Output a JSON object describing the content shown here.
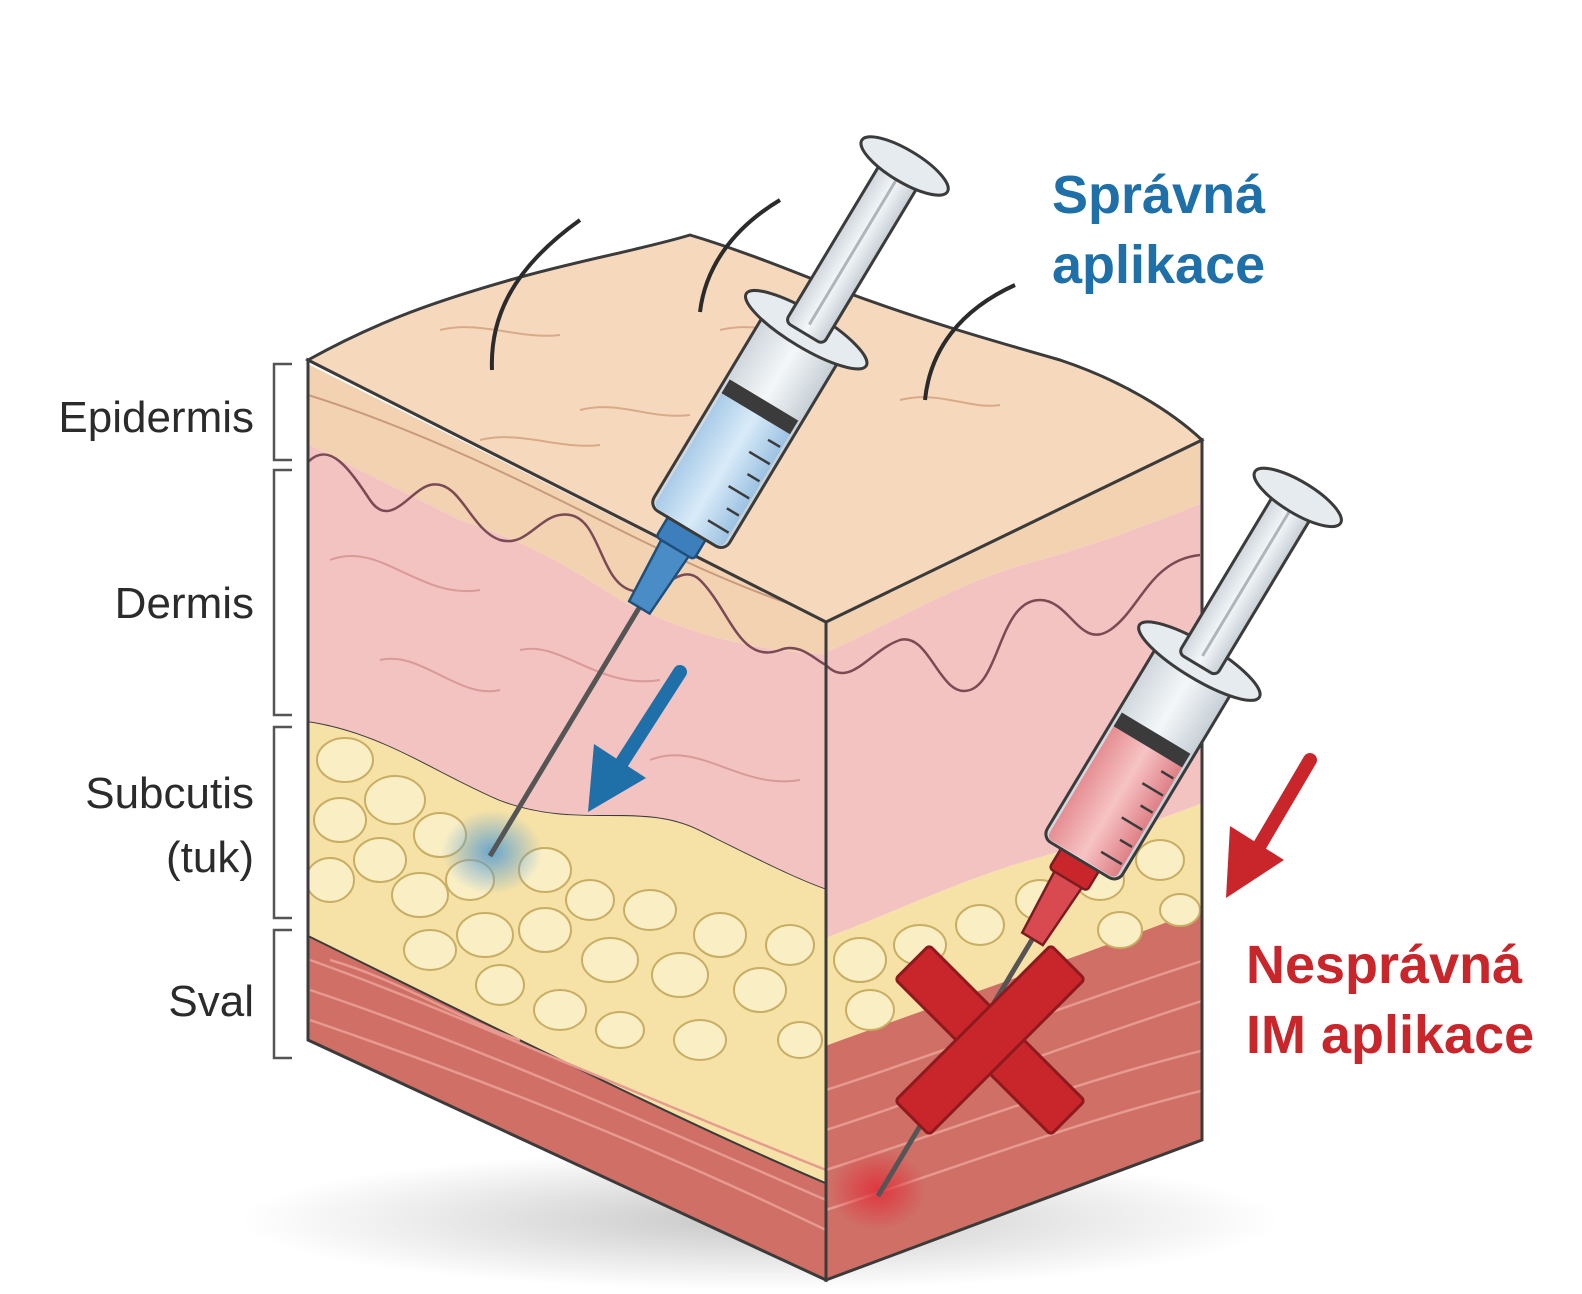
{
  "layers": [
    {
      "name": "epidermis",
      "label": "Epidermis"
    },
    {
      "name": "dermis",
      "label": "Dermis"
    },
    {
      "name": "subcutis",
      "line1": "Subcutis",
      "line2": "(tuk)"
    },
    {
      "name": "sval",
      "label": "Sval"
    }
  ],
  "correct": {
    "line1": "Správná",
    "line2": "aplikace",
    "color": "#1f6fa8"
  },
  "incorrect": {
    "line1": "Nesprávná",
    "line2": "IM aplikace",
    "color": "#c8262b"
  },
  "colors": {
    "epidermis": "#f3d2b2",
    "dermis": "#f2c3c0",
    "fat": "#f6e2a6",
    "fat_cell": "#f9eec4",
    "muscle": "#cf6f66",
    "outline": "#3b3b3b",
    "blue": "#1f6fa8",
    "red": "#c8262b"
  },
  "icons": [
    "syringe-correct-icon",
    "syringe-incorrect-icon",
    "arrow-down-left-blue-icon",
    "arrow-down-left-red-icon",
    "x-mark-icon"
  ]
}
